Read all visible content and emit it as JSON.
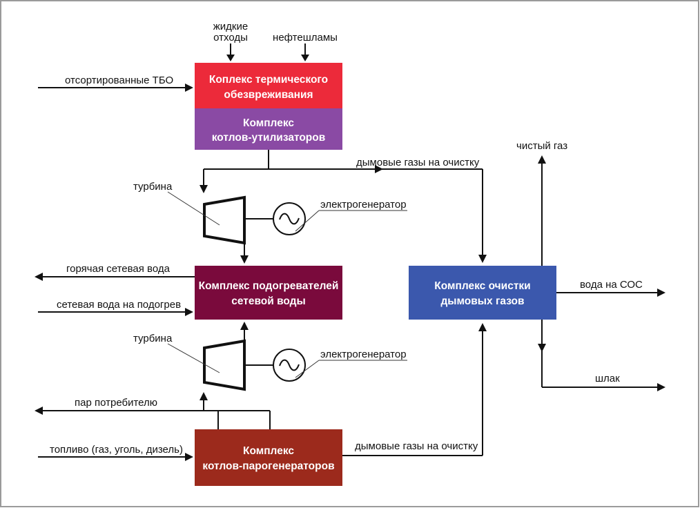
{
  "colors": {
    "thermal": "#ec2a3a",
    "boilers_util": "#8a4aa4",
    "heaters": "#7a0a3c",
    "steam_boilers": "#9c2a1c",
    "gas_cleaning": "#3b58ad",
    "frame": "#9a9a9a"
  },
  "boxes": {
    "thermal": {
      "line1": "Коплекс термического",
      "line2": "обезвреживания"
    },
    "boilers_util": {
      "line1": "Комплекс",
      "line2": "котлов-утилизаторов"
    },
    "heaters": {
      "line1": "Комплекс подогревателей",
      "line2": "сетевой воды"
    },
    "steam_boilers": {
      "line1": "Комплекс",
      "line2": "котлов-парогенераторов"
    },
    "gas_cleaning": {
      "line1": "Комплекс очистки",
      "line2": "дымовых газов"
    }
  },
  "labels": {
    "liquid_waste_1": "жидкие",
    "liquid_waste_2": "отходы",
    "oil_sludge": "нефтешламы",
    "sorted_msw": "отсортированные ТБО",
    "flue_gas_top": "дымовые газы на очистку",
    "turbine_top": "турбина",
    "generator_top": "электрогенератор",
    "hot_water": "горячая сетевая вода",
    "water_heating": "сетевая вода на подогрев",
    "turbine_bottom": "турбина",
    "generator_bottom": "электрогенератор",
    "steam_consumer": "пар потребителю",
    "fuel": "топливо (газ, уголь, дизель)",
    "flue_gas_bottom": "дымовые газы на очистку",
    "clean_gas": "чистый газ",
    "water_to_tp": "вода на СОС",
    "slag": "шлак"
  }
}
